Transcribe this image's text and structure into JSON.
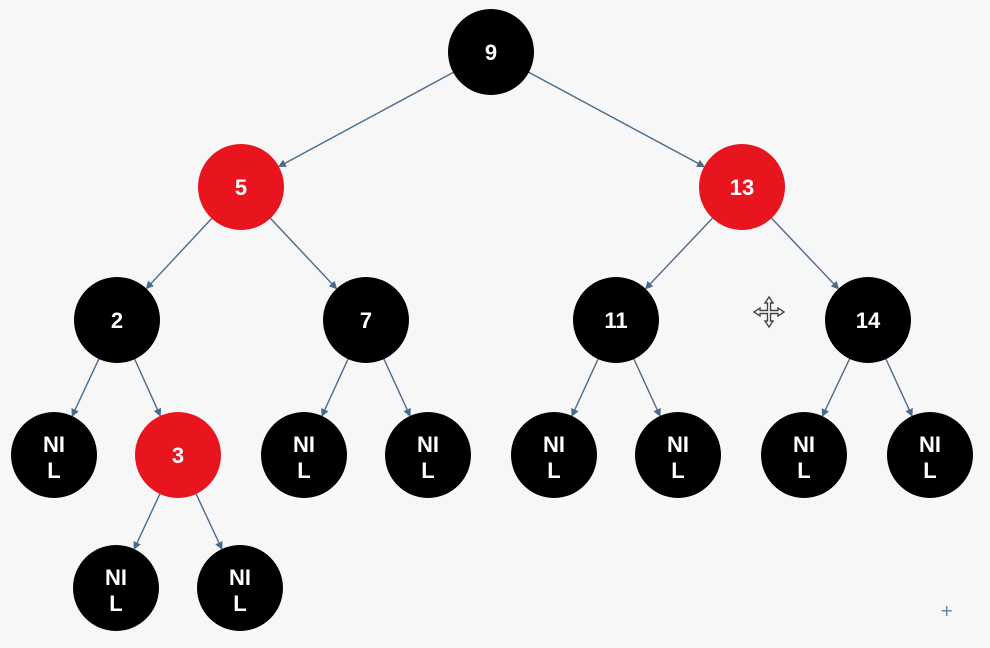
{
  "tree": {
    "title": "",
    "colors": {
      "black": "#000000",
      "red": "#e8141e",
      "edge": "#4a6a8c",
      "label": "#ffffff"
    },
    "nodes": [
      {
        "id": "n9",
        "label": "9",
        "color": "black"
      },
      {
        "id": "n5",
        "label": "5",
        "color": "red"
      },
      {
        "id": "n13",
        "label": "13",
        "color": "red"
      },
      {
        "id": "n2",
        "label": "2",
        "color": "black"
      },
      {
        "id": "n7",
        "label": "7",
        "color": "black"
      },
      {
        "id": "n11",
        "label": "11",
        "color": "black"
      },
      {
        "id": "n14",
        "label": "14",
        "color": "black"
      },
      {
        "id": "nil2L",
        "label": "NIL",
        "color": "black"
      },
      {
        "id": "n3",
        "label": "3",
        "color": "red"
      },
      {
        "id": "nil7L",
        "label": "NIL",
        "color": "black"
      },
      {
        "id": "nil7R",
        "label": "NIL",
        "color": "black"
      },
      {
        "id": "nil11L",
        "label": "NIL",
        "color": "black"
      },
      {
        "id": "nil11R",
        "label": "NIL",
        "color": "black"
      },
      {
        "id": "nil14L",
        "label": "NIL",
        "color": "black"
      },
      {
        "id": "nil14R",
        "label": "NIL",
        "color": "black"
      },
      {
        "id": "nil3L",
        "label": "NIL",
        "color": "black"
      },
      {
        "id": "nil3R",
        "label": "NIL",
        "color": "black"
      }
    ],
    "edges": [
      [
        "n9",
        "n5"
      ],
      [
        "n9",
        "n13"
      ],
      [
        "n5",
        "n2"
      ],
      [
        "n5",
        "n7"
      ],
      [
        "n13",
        "n11"
      ],
      [
        "n13",
        "n14"
      ],
      [
        "n2",
        "nil2L"
      ],
      [
        "n2",
        "n3"
      ],
      [
        "n7",
        "nil7L"
      ],
      [
        "n7",
        "nil7R"
      ],
      [
        "n11",
        "nil11L"
      ],
      [
        "n11",
        "nil11R"
      ],
      [
        "n14",
        "nil14L"
      ],
      [
        "n14",
        "nil14R"
      ],
      [
        "n3",
        "nil3L"
      ],
      [
        "n3",
        "nil3R"
      ]
    ]
  },
  "icons": {
    "cursor": "move-cursor-icon",
    "marker": "plus-icon"
  }
}
